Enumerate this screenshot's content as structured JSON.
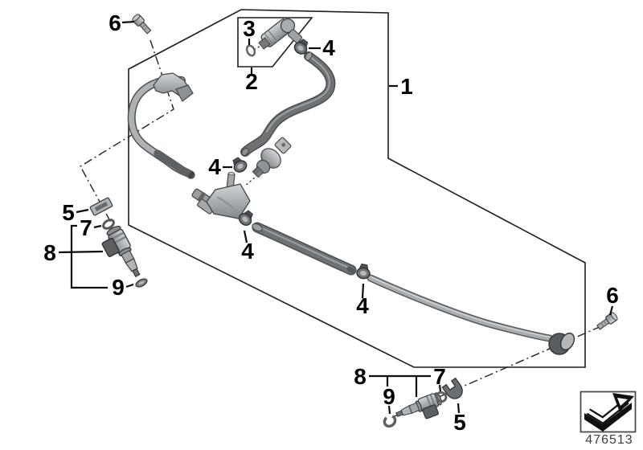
{
  "figure": {
    "drawing_number": "476513",
    "callouts": {
      "c1": "1",
      "c2": "2",
      "c3": "3",
      "c4a": "4",
      "c4b": "4",
      "c4c": "4",
      "c4d": "4",
      "c5a": "5",
      "c5b": "5",
      "c6a": "6",
      "c6b": "6",
      "c7a": "7",
      "c7b": "7",
      "c8a": "8",
      "c8b": "8",
      "c9a": "9",
      "c9b": "9"
    },
    "icons": {
      "direction_box": "installation-direction-arrow-icon"
    },
    "colors": {
      "background": "#ffffff",
      "line": "#1c1c1c",
      "label": "#000000",
      "part_light": "#d2d5d7",
      "part_mid": "#9da1a4",
      "hose_dark": "#6e7275",
      "drawing_number_text": "#3c3c3c"
    }
  }
}
